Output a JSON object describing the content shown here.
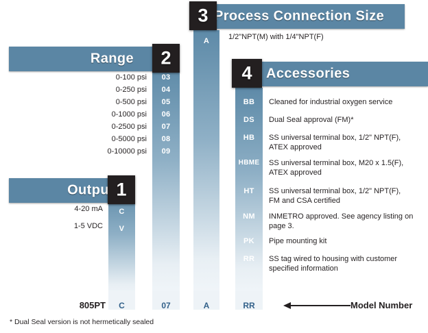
{
  "sections": [
    {
      "number": "1",
      "title": "Output",
      "options": [
        {
          "label": "4-20 mA",
          "code": "C"
        },
        {
          "label": "1-5 VDC",
          "code": "V"
        }
      ]
    },
    {
      "number": "2",
      "title": "Range",
      "options": [
        {
          "label": "0-100 psi",
          "code": "03"
        },
        {
          "label": "0-250 psi",
          "code": "04"
        },
        {
          "label": "0-500 psi",
          "code": "05"
        },
        {
          "label": "0-1000 psi",
          "code": "06"
        },
        {
          "label": "0-2500 psi",
          "code": "07"
        },
        {
          "label": "0-5000 psi",
          "code": "08"
        },
        {
          "label": "0-10000 psi",
          "code": "09"
        }
      ]
    },
    {
      "number": "3",
      "title": "Process Connection Size",
      "options": [
        {
          "code": "A",
          "desc": "1/2\"NPT(M) with 1/4\"NPT(F)"
        }
      ]
    },
    {
      "number": "4",
      "title": "Accessories",
      "options": [
        {
          "code": "BB",
          "desc": "Cleaned for industrial oxygen service"
        },
        {
          "code": "DS",
          "desc": "Dual Seal approval (FM)*"
        },
        {
          "code": "HB",
          "desc": "SS universal terminal box, 1/2\" NPT(F), ATEX approved"
        },
        {
          "code": "HBME",
          "desc": "SS universal terminal box, M20 x 1.5(F), ATEX approved"
        },
        {
          "code": "HT",
          "desc": "SS universal terminal box, 1/2\" NPT(F), FM and CSA certified"
        },
        {
          "code": "NM",
          "desc": "INMETRO approved. See agency listing on page 3."
        },
        {
          "code": "PK",
          "desc": "Pipe mounting kit"
        },
        {
          "code": "RR",
          "desc": "SS tag wired to housing with customer specified information"
        }
      ]
    }
  ],
  "model_number": {
    "base": "805PT",
    "parts": [
      "C",
      "07",
      "A",
      "RR"
    ],
    "arrow_label": "Model Number"
  },
  "footnote": "* Dual Seal version is not hermetically sealed",
  "colors": {
    "bar": "#5b86a4",
    "numbox": "#231f20",
    "column_top": "#5e8aa8",
    "column_bottom": "#f3f7fa",
    "code_text": "#ffffff",
    "code_text_dark": "#33618a",
    "body_text": "#231f20"
  }
}
